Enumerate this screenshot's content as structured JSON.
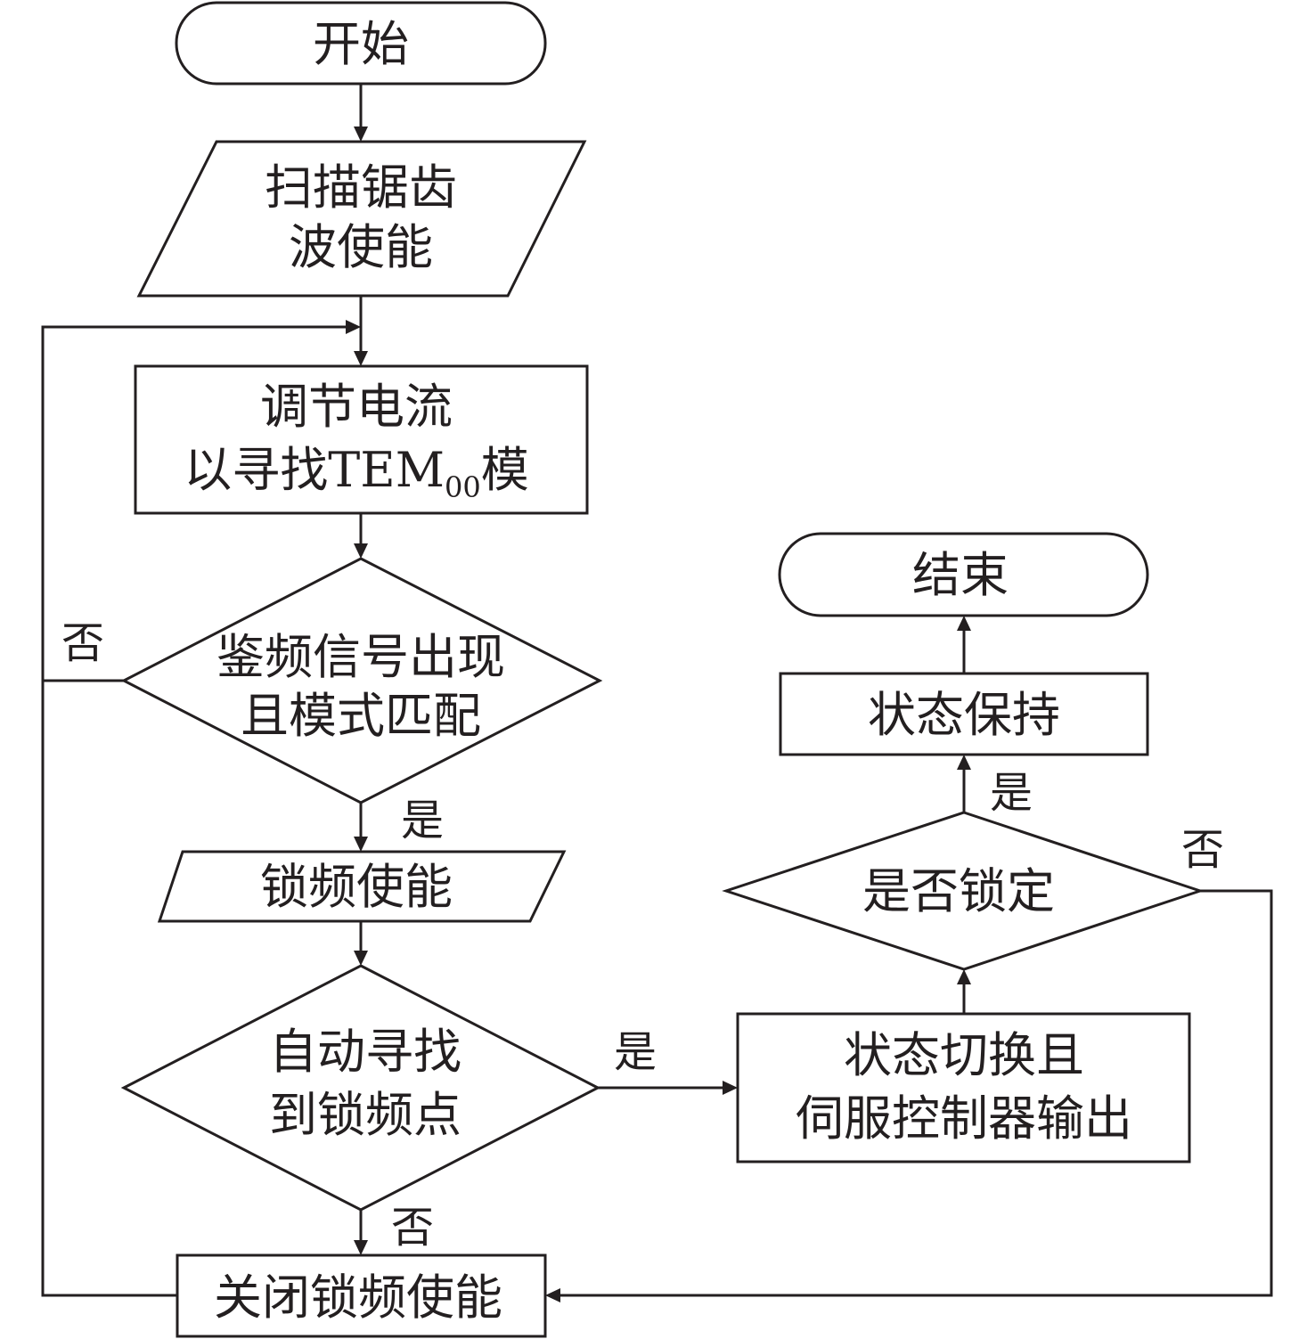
{
  "nodes": {
    "start": "开始",
    "scan_l1": "扫描锯齿",
    "scan_l2": "波使能",
    "adjust_l1": "调节电流",
    "adjust_l2_prefix": "以寻找TEM",
    "adjust_l2_sub": "00",
    "adjust_l2_suffix": "模",
    "check_l1": "鉴频信号出现",
    "check_l2": "且模式匹配",
    "lock_enable": "锁频使能",
    "auto_l1": "自动寻找",
    "auto_l2": "到锁频点",
    "close_lock": "关闭锁频使能",
    "switch_l1": "状态切换且",
    "switch_l2": "伺服控制器输出",
    "locked_q": "是否锁定",
    "hold": "状态保持",
    "end": "结束"
  },
  "edges": {
    "check_no": "否",
    "check_yes": "是",
    "auto_yes": "是",
    "auto_no": "否",
    "locked_yes": "是",
    "locked_no": "否"
  }
}
